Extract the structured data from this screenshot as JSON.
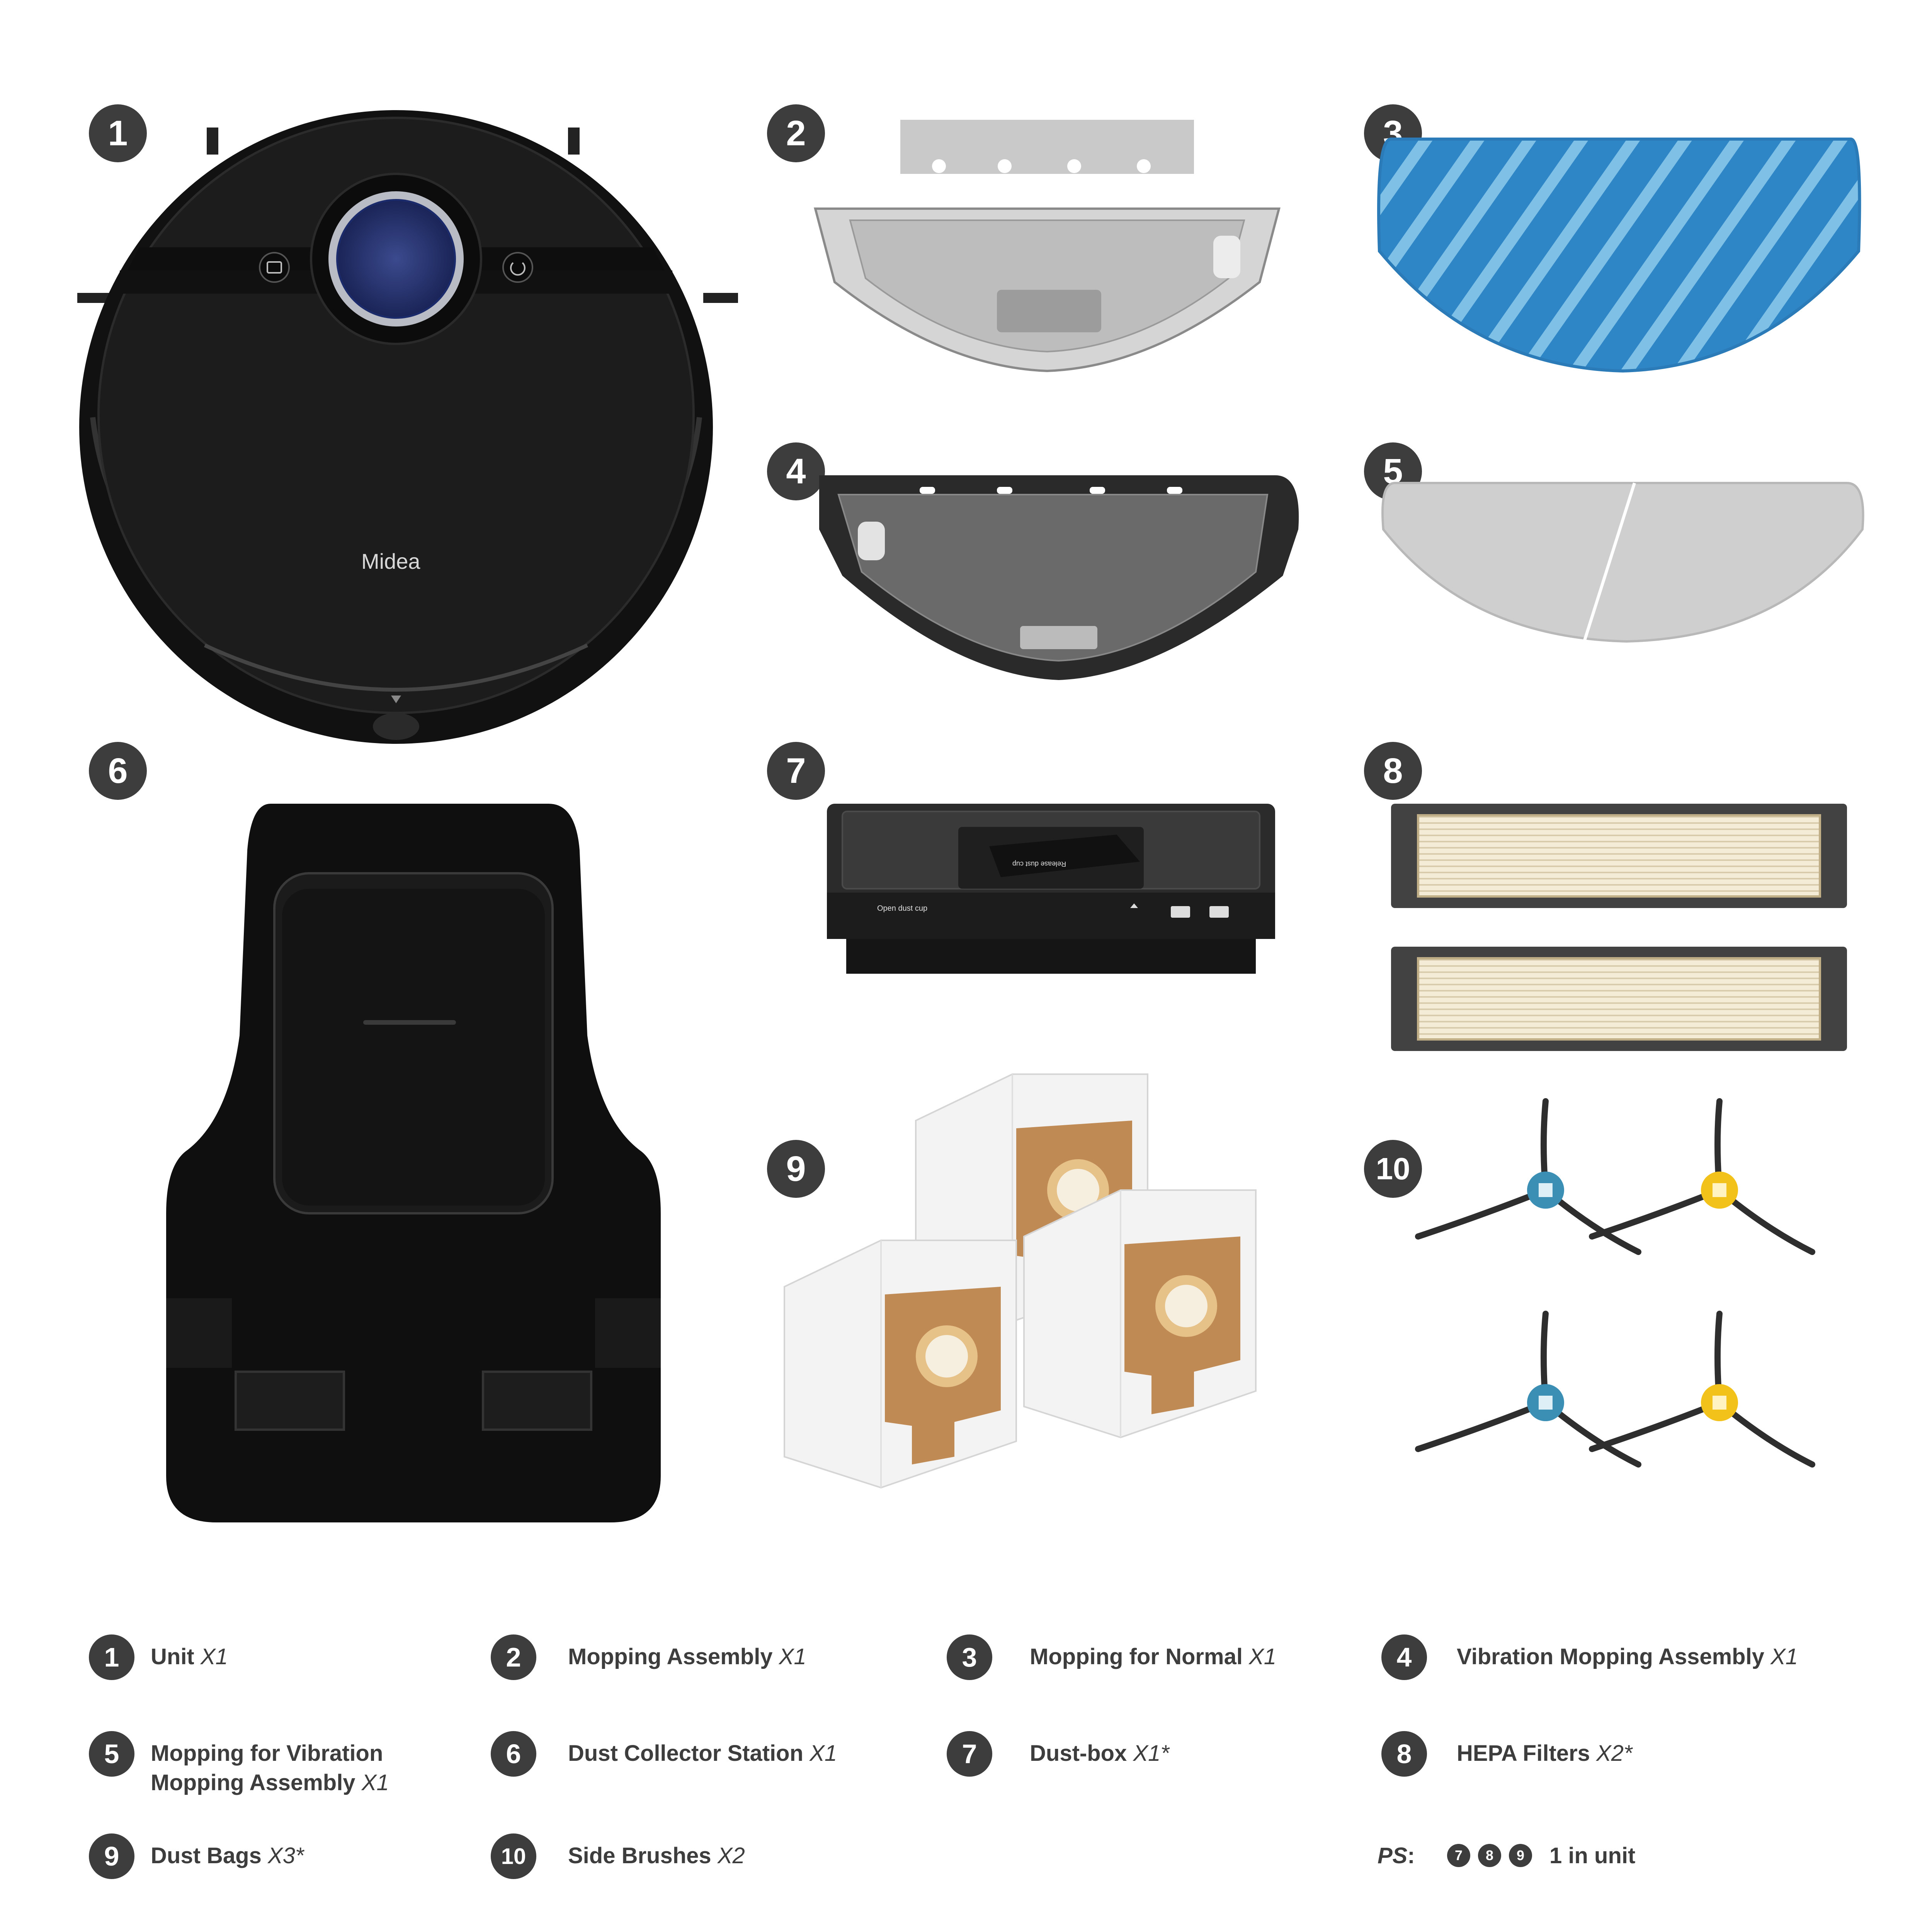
{
  "brand": "Midea",
  "images": [
    {
      "number": "1",
      "icon": "robot-vacuum-image"
    },
    {
      "number": "2",
      "icon": "mopping-assembly-image"
    },
    {
      "number": "3",
      "icon": "blue-mop-pad-image"
    },
    {
      "number": "4",
      "icon": "vibration-mopping-assembly-image"
    },
    {
      "number": "5",
      "icon": "grey-mop-pad-image"
    },
    {
      "number": "6",
      "icon": "dust-collector-station-image"
    },
    {
      "number": "7",
      "icon": "dust-box-image"
    },
    {
      "number": "8",
      "icon": "hepa-filters-image"
    },
    {
      "number": "9",
      "icon": "dust-bags-image"
    },
    {
      "number": "10",
      "icon": "side-brushes-image"
    }
  ],
  "dustbox_labels": {
    "release": "Release dust cup",
    "open": "Open dust cup"
  },
  "legend": [
    {
      "number": "1",
      "name": "Unit",
      "qty": "X1"
    },
    {
      "number": "2",
      "name": "Mopping Assembly",
      "qty": "X1"
    },
    {
      "number": "3",
      "name": "Mopping for Normal",
      "qty": "X1"
    },
    {
      "number": "4",
      "name": "Vibration Mopping Assembly",
      "qty": "X1"
    },
    {
      "number": "5",
      "name_line1": "Mopping for Vibration",
      "name_line2": "Mopping Assembly",
      "qty": "X1"
    },
    {
      "number": "6",
      "name": "Dust Collector Station",
      "qty": "X1"
    },
    {
      "number": "7",
      "name": "Dust-box",
      "qty": "X1*"
    },
    {
      "number": "8",
      "name": "HEPA Filters",
      "qty": "X2*"
    },
    {
      "number": "9",
      "name": "Dust Bags",
      "qty": "X3*"
    },
    {
      "number": "10",
      "name": "Side Brushes",
      "qty": "X2"
    }
  ],
  "ps": {
    "label": "PS",
    "colon": ":",
    "numbers": [
      "7",
      "8",
      "9"
    ],
    "text": "1 in unit"
  },
  "colors": {
    "badge": "#3d3d3d",
    "text": "#3d3d3d",
    "mop_blue": "#2f86c6",
    "brush_blue": "#3b8fb5",
    "brush_yellow": "#f2c21b",
    "bag_brown": "#c08a55"
  }
}
